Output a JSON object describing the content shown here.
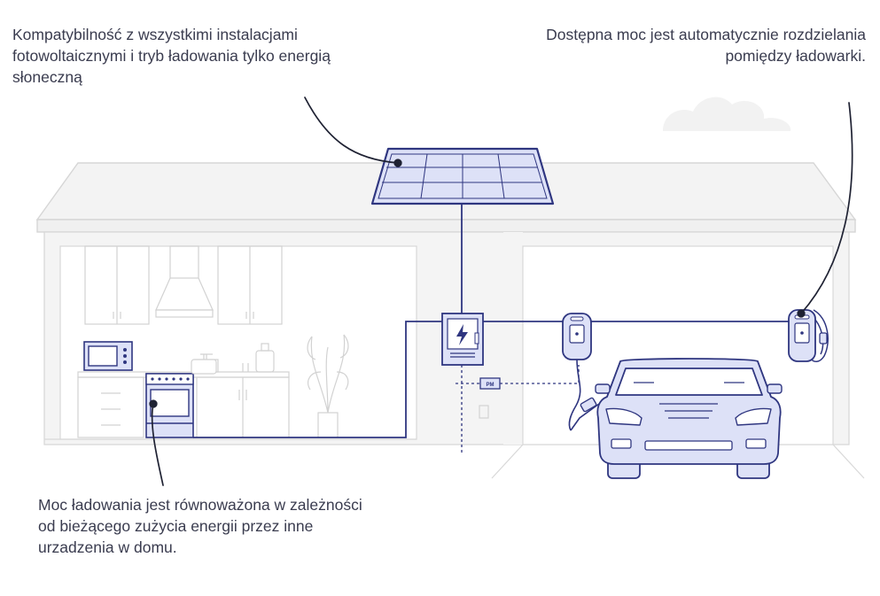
{
  "annotations": {
    "solar_compat": {
      "lines": [
        "Kompatybilność z wszystkimi instalacjami",
        "fotowoltaicznymi i tryb ładowania tylko energią",
        "słoneczną"
      ]
    },
    "power_distribution": {
      "lines": [
        "Dostępna moc jest automatycznie rozdzielania",
        "pomiędzy ładowarki."
      ]
    },
    "load_balancing": {
      "lines": [
        "Moc ładowania jest równoważona w zależności",
        "od bieżącego zużycia energii przez inne",
        "urzadzenia w domu."
      ]
    }
  },
  "labels": {
    "power_meter": "PM"
  },
  "colors": {
    "line": "#2f3680",
    "fill_blue": "#dde1f7",
    "house_fill": "#f2f2f2",
    "house_stroke": "#d4d4d4",
    "furniture": "#d2d2d2",
    "text": "#3a3c4f"
  }
}
